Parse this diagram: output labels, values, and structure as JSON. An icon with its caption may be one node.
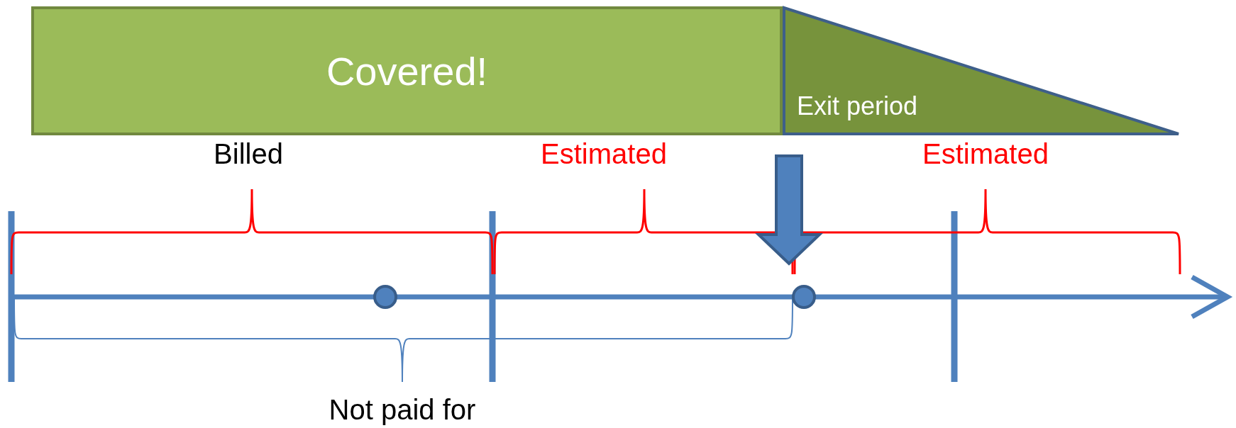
{
  "diagram": {
    "nodes": [
      {
        "text": [
          "Covered!"
        ]
      },
      {
        "text": [
          "Exit period"
        ]
      }
    ],
    "labels": [
      "Billed",
      "Estimated",
      "Estimated",
      "Not paid for"
    ]
  }
}
